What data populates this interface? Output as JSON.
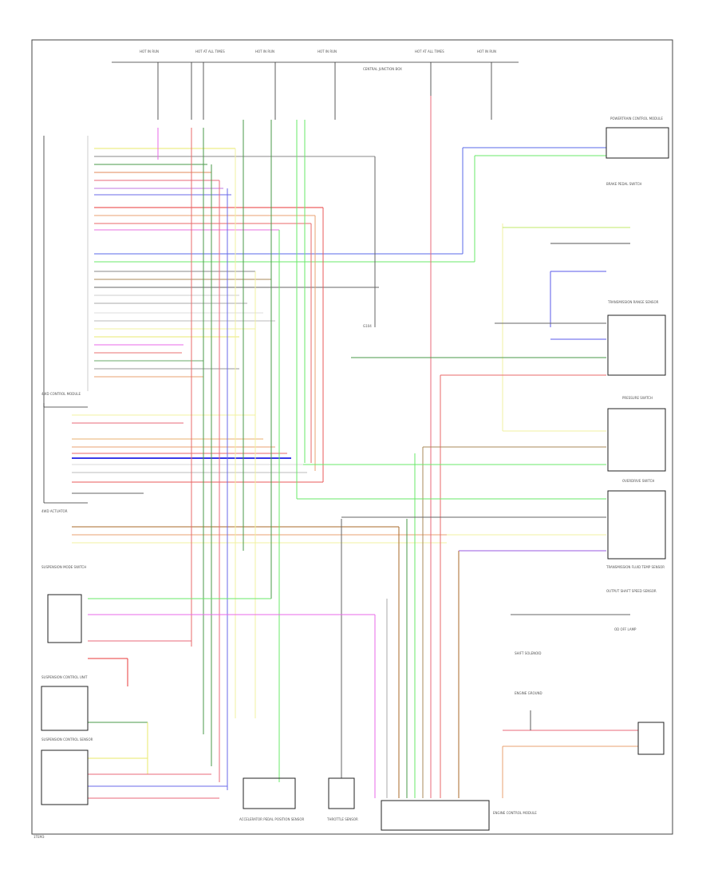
{
  "diagram": {
    "footer_code": "1TEM3",
    "labels": {
      "top_fuse_1": "HOT IN RUN",
      "top_fuse_2": "HOT AT ALL TIMES",
      "top_fuse_3": "HOT IN RUN",
      "top_fuse_4": "HOT IN RUN",
      "top_fuse_5": "HOT AT ALL TIMES",
      "top_fuse_6": "HOT IN RUN",
      "fuse_box_note": "CENTRAL JUNCTION BOX",
      "right_top_module": "POWERTRAIN CONTROL MODULE",
      "right_switch_1": "BRAKE PEDAL SWITCH",
      "right_transmission": "TRANSMISSION RANGE SENSOR",
      "right_switch_2": "PRESSURE SWITCH",
      "right_switch_3": "OVERDRIVE SWITCH",
      "right_lower_note": "OUTPUT SHAFT SPEED SENSOR",
      "right_module_bottom": "TRANSMISSION FLUID TEMP SENSOR",
      "left_control_unit": "4WD CONTROL MODULE",
      "left_actuator": "4WD ACTUATOR",
      "left_top_switch": "SUSPENSION MODE SWITCH",
      "left_mid_unit": "SUSPENSION CONTROL UNIT",
      "left_bottom_unit": "SUSPENSION CONTROL SENSOR",
      "center_ground": "G104",
      "bottom_switch": "ACCELERATOR PEDAL POSITION SENSOR",
      "bottom_sensor": "THROTTLE SENSOR",
      "bottom_module": "ENGINE CONTROL MODULE",
      "right_bottom_note": "SHIFT SOLENOID",
      "right_ground_note": "ENGINE GROUND",
      "right_lamp": "OD OFF LAMP"
    }
  }
}
